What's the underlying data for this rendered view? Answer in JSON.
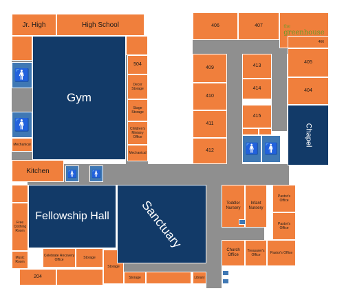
{
  "rooms": {
    "jr_high": "Jr. High",
    "high_school": "High School",
    "gym": "Gym",
    "r504": "504",
    "decor_storage": "Decor Storage",
    "stage_storage": "Stage Storage",
    "childrens_ministry_office": "Children's Ministry Office",
    "mechanical_1": "Mechanical",
    "mechanical_2": "Mechanical",
    "kitchen": "Kitchen",
    "fellowship_hall": "Fellowship Hall",
    "free_clothing_room": "Free Clothing Room",
    "music_room": "Music Room",
    "celebrate_recovery_office": "Celebrate Recovery Office",
    "storage_1": "Storage",
    "storage_2": "Storage",
    "storage_3": "Storage",
    "r204": "204",
    "sanctuary": "Sanctuary",
    "library": "Library",
    "r406": "406",
    "r407": "407",
    "r409": "409",
    "r410": "410",
    "r411": "411",
    "r412": "412",
    "r413": "413",
    "r414": "414",
    "r415": "415",
    "r405": "405",
    "r404": "404",
    "r466": "466",
    "chapel": "Chapel",
    "toddler_nursery": "Toddler Nursery",
    "infant_nursery": "Infant Nursery",
    "church_office": "Church Office",
    "treasurers_office": "Treasurer's Office",
    "pastors_office_1": "Pastor's Office",
    "pastors_office_2": "Pastor's Office",
    "pastors_office_3": "Pastor's Office"
  },
  "logo": {
    "the": "the",
    "name": "greenhouse"
  },
  "colors": {
    "room": "#f07f3c",
    "large_space": "#123a68",
    "hallway": "#8f8f8f",
    "restroom": "#3f78b4",
    "logo_green": "#6a9a2a"
  },
  "icons": [
    "restroom-icon",
    "stairs-icon"
  ]
}
